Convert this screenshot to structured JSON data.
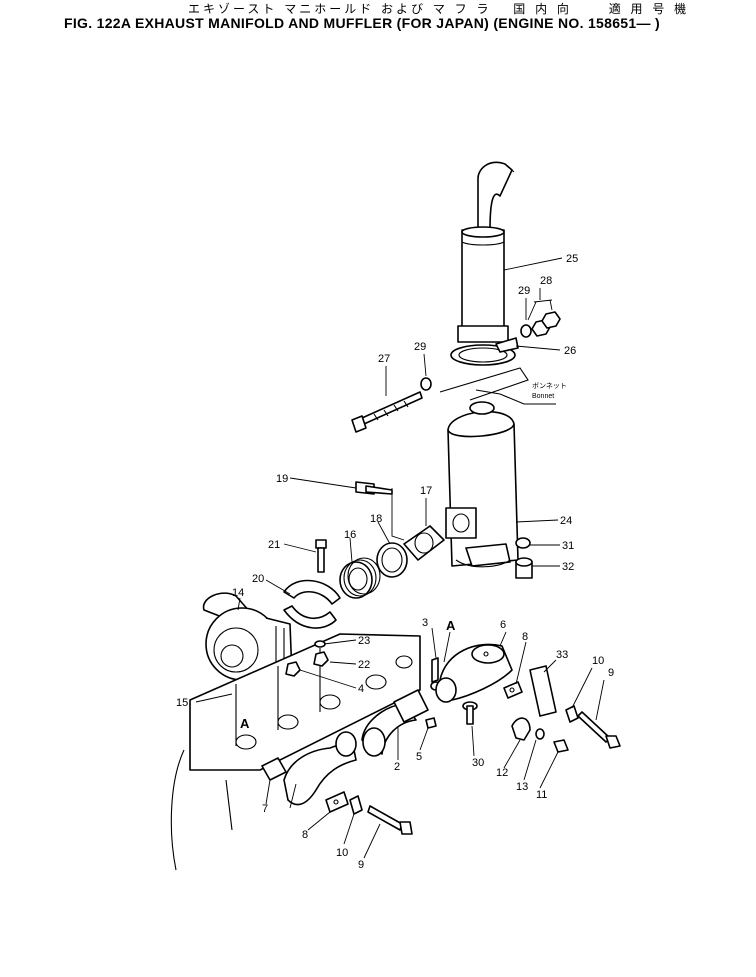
{
  "header": {
    "japanese_title": "エキゾースト マニホールド および マ フ ラ　 国 内 向　　 適 用 号 機",
    "figure_title": "FIG. 122A   EXHAUST  MANIFOLD  AND  MUFFLER (FOR JAPAN) (ENGINE NO. 158651— )"
  },
  "diagram": {
    "part_numbers": [
      "2",
      "3",
      "4",
      "5",
      "6",
      "7",
      "8",
      "9",
      "10",
      "11",
      "12",
      "13",
      "14",
      "15",
      "16",
      "17",
      "18",
      "19",
      "20",
      "21",
      "22",
      "23",
      "24",
      "25",
      "26",
      "27",
      "28",
      "29",
      "30",
      "31",
      "32",
      "33"
    ],
    "callouts": {
      "p25": "25",
      "p28": "28",
      "p29a": "29",
      "p26": "26",
      "p27": "27",
      "p29b": "29",
      "p19": "19",
      "p17": "17",
      "p18": "18",
      "p24": "24",
      "p21": "21",
      "p16": "16",
      "p31": "31",
      "p32": "32",
      "p20": "20",
      "p14": "14",
      "p3": "3",
      "p6": "6",
      "p8a": "8",
      "p33": "33",
      "p10a": "10",
      "p9a": "9",
      "p23": "23",
      "p22": "22",
      "p4": "4",
      "p15": "15",
      "p2": "2",
      "p5": "5",
      "p30": "30",
      "p12": "12",
      "p13": "13",
      "p11": "11",
      "p7": "7",
      "p8b": "8",
      "p10b": "10",
      "p9b": "9"
    },
    "marks": {
      "a_top": "A",
      "a_engine": "A"
    },
    "labels": {
      "bonnet_jp": "ボンネット",
      "bonnet": "Bonnet"
    }
  }
}
